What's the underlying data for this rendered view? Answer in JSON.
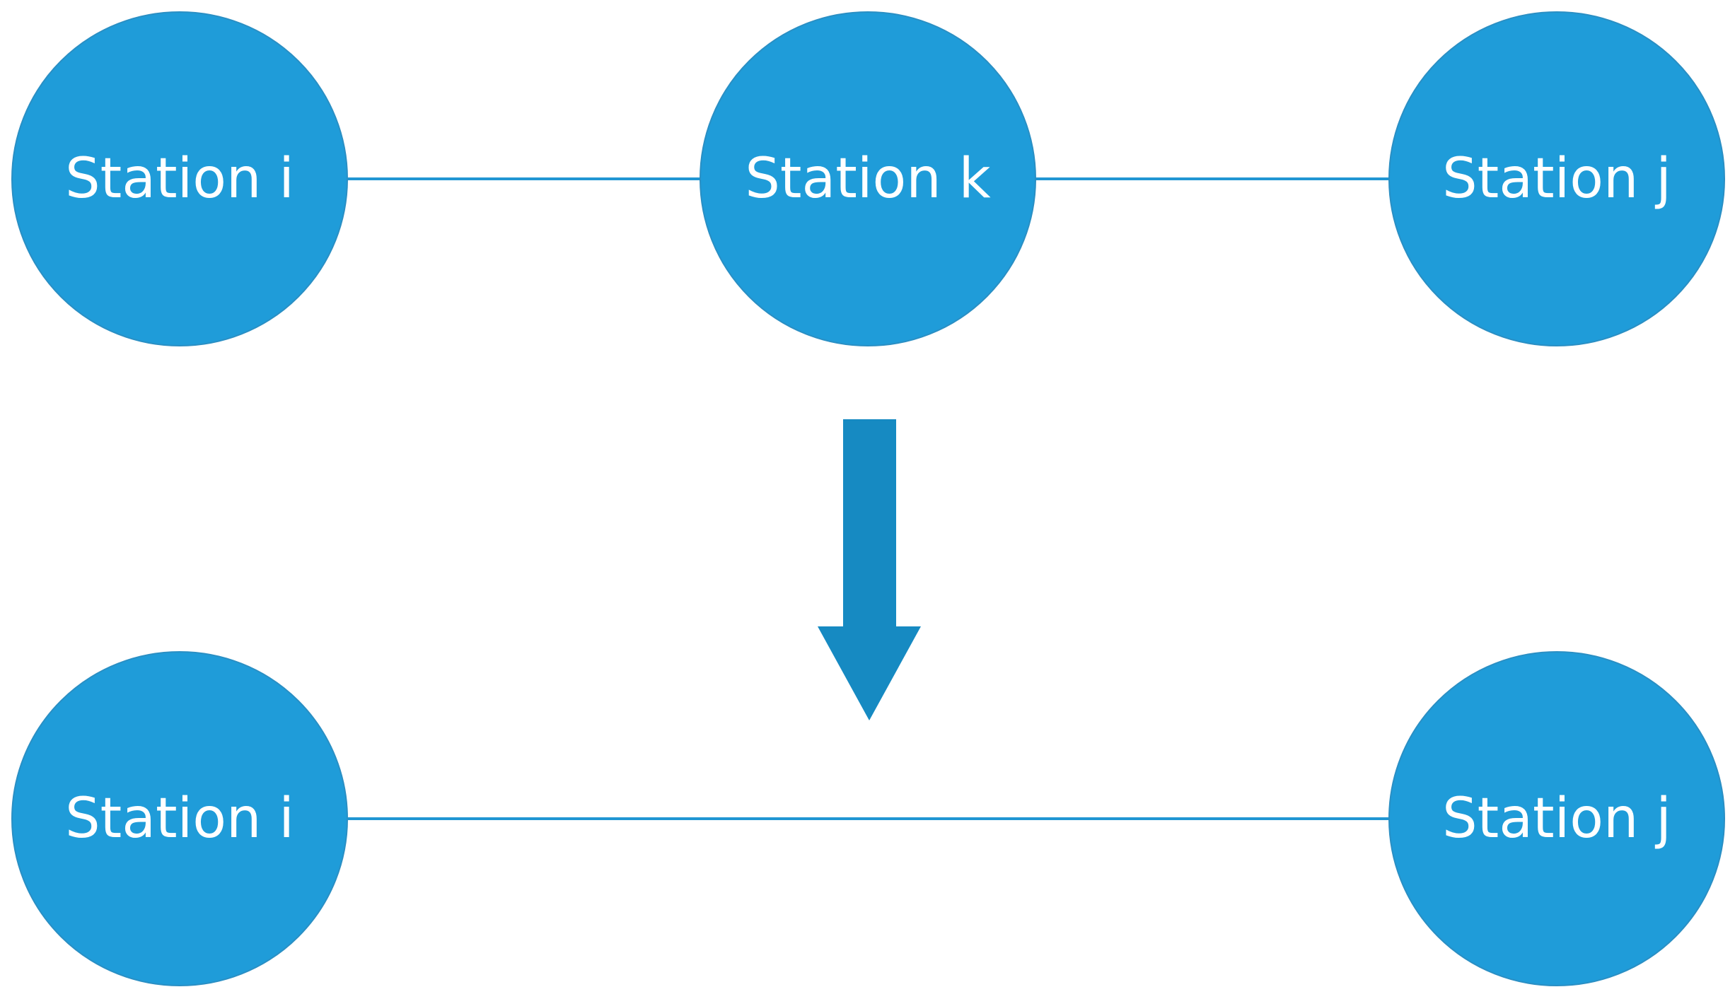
{
  "colors": {
    "node_fill": "#1f9cd9",
    "node_stroke": "#2a8fc4",
    "edge": "#2196d3",
    "arrow": "#168ac2"
  },
  "icons": {
    "transition_arrow": "arrow-down-icon"
  },
  "before": {
    "nodes": [
      {
        "id": "i",
        "label": "Station i"
      },
      {
        "id": "k",
        "label": "Station k"
      },
      {
        "id": "j",
        "label": "Station j"
      }
    ],
    "edges": [
      {
        "from": "i",
        "to": "k"
      },
      {
        "from": "k",
        "to": "j"
      }
    ]
  },
  "after": {
    "nodes": [
      {
        "id": "i",
        "label": "Station i"
      },
      {
        "id": "j",
        "label": "Station j"
      }
    ],
    "edges": [
      {
        "from": "i",
        "to": "j"
      }
    ]
  }
}
